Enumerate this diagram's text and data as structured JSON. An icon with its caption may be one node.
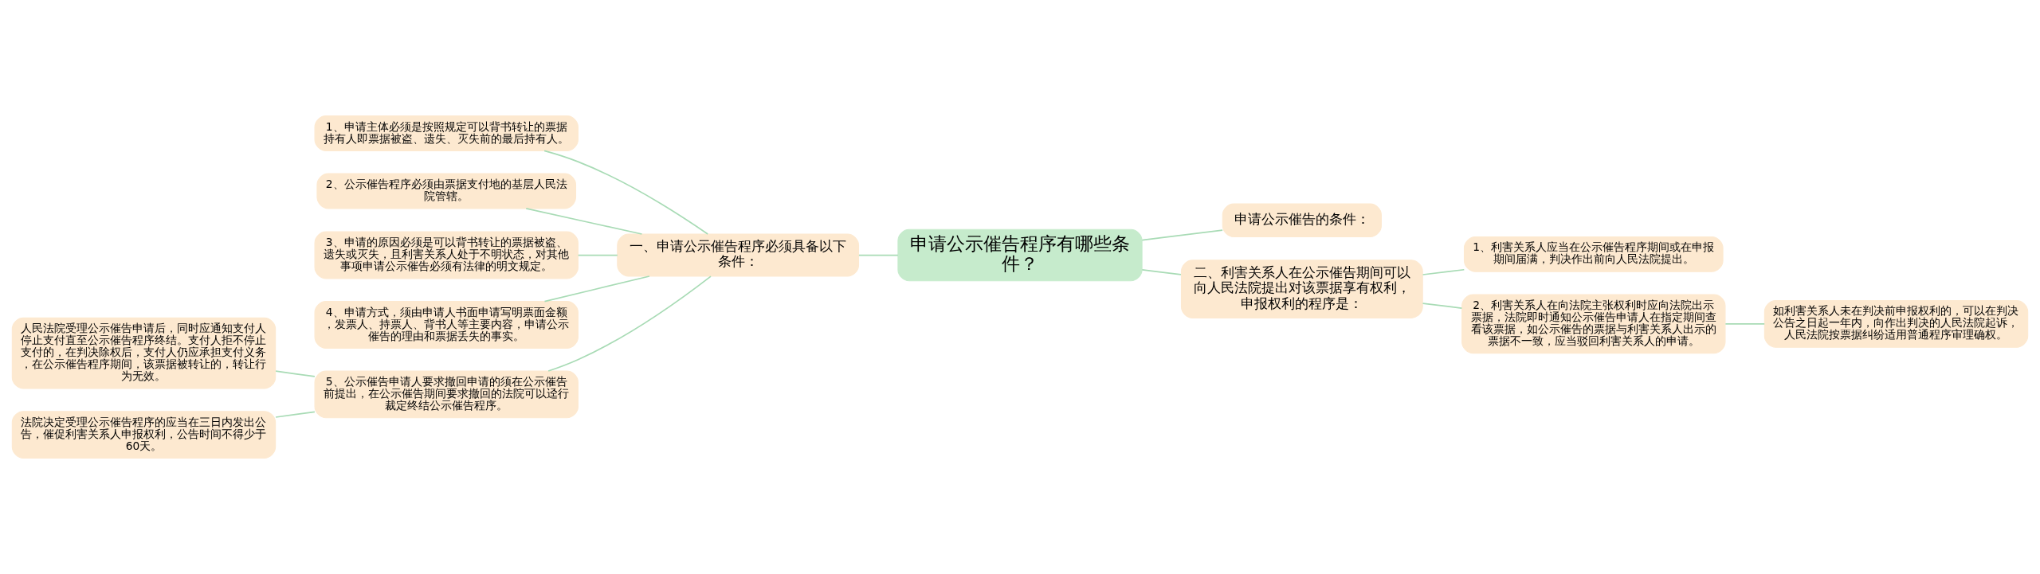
{
  "diagram": {
    "nodes": [
      {
        "text": [
          "申请公示催告程序有哪些条件？"
        ]
      },
      {
        "text": [
          "一、申请公示催告程序必须具备以下条件："
        ]
      },
      {
        "text": [
          "1、申请主体必须是按照规定可以背书转让的票据持有人即票据被盗、遗失、灭失前的最后持有人。"
        ]
      },
      {
        "text": [
          "2、公示催告程序必须由票据支付地的基层人民法院管辖。"
        ]
      },
      {
        "text": [
          "3、申请的原因必须是可以背书转让的票据被盗、遗失或灭失，且利害关系人处于不明状态，对其他事项申请公示催告必须有法律的明文规定。"
        ]
      },
      {
        "text": [
          "4、申请方式，须由申请人书面申请写明票面金额，发票人、持票人、背书人等主要内容，申请公示催告的理由和票据丢失的事实。"
        ]
      },
      {
        "text": [
          "5、公示催告申请人要求撤回申请的须在公示催告前提出，在公示催告期间要求撤回的法院可以迳行裁定终结公示催告程序。"
        ]
      },
      {
        "text": [
          "人民法院受理公示催告申请后，同时应通知支付人停止支付直至公示催告程序终结。支付人拒不停止支付的，在判决除权后，支付人仍应承担支付义务，在公示催告程序期间，该票据被转让的，转让行为无效。"
        ]
      },
      {
        "text": [
          "法院决定受理公示催告程序的应当在三日内发出公告，催促利害关系人申报权利，公告时间不得少于60天。"
        ]
      },
      {
        "text": [
          "申请公示催告的条件："
        ]
      },
      {
        "text": [
          "二、利害关系人在公示催告期间可以向人民法院提出对该票据享有权利，申报权利的程序是："
        ]
      },
      {
        "text": [
          "1、利害关系人应当在公示催告程序期间或在申报期间届满，判决作出前向人民法院提出。"
        ]
      },
      {
        "text": [
          "2、利害关系人在向法院主张权利时应向法院出示票据，法院即时通知公示催告申请人在指定期间查看该票据，如公示催告的票据与利害关系人出示的票据不一致，应当驳回利害关系人的申请。"
        ]
      },
      {
        "text": [
          "如利害关系人未在判决前申报权利的，可以在判决公告之日起一年内，向作出判决的人民法院起诉，人民法院按票据纠纷适用普通程序审理确权。"
        ]
      }
    ],
    "edges": [
      {
        "from": 0,
        "to": 1,
        "arrow": "none"
      },
      {
        "from": 1,
        "to": 2,
        "arrow": "none"
      },
      {
        "from": 1,
        "to": 3,
        "arrow": "none"
      },
      {
        "from": 1,
        "to": 4,
        "arrow": "none"
      },
      {
        "from": 1,
        "to": 5,
        "arrow": "none"
      },
      {
        "from": 1,
        "to": 6,
        "arrow": "none"
      },
      {
        "from": 6,
        "to": 7,
        "arrow": "none"
      },
      {
        "from": 6,
        "to": 8,
        "arrow": "none"
      },
      {
        "from": 0,
        "to": 9,
        "arrow": "none"
      },
      {
        "from": 0,
        "to": 10,
        "arrow": "none"
      },
      {
        "from": 10,
        "to": 11,
        "arrow": "none"
      },
      {
        "from": 10,
        "to": 12,
        "arrow": "none"
      },
      {
        "from": 12,
        "to": 13,
        "arrow": "none"
      }
    ]
  }
}
